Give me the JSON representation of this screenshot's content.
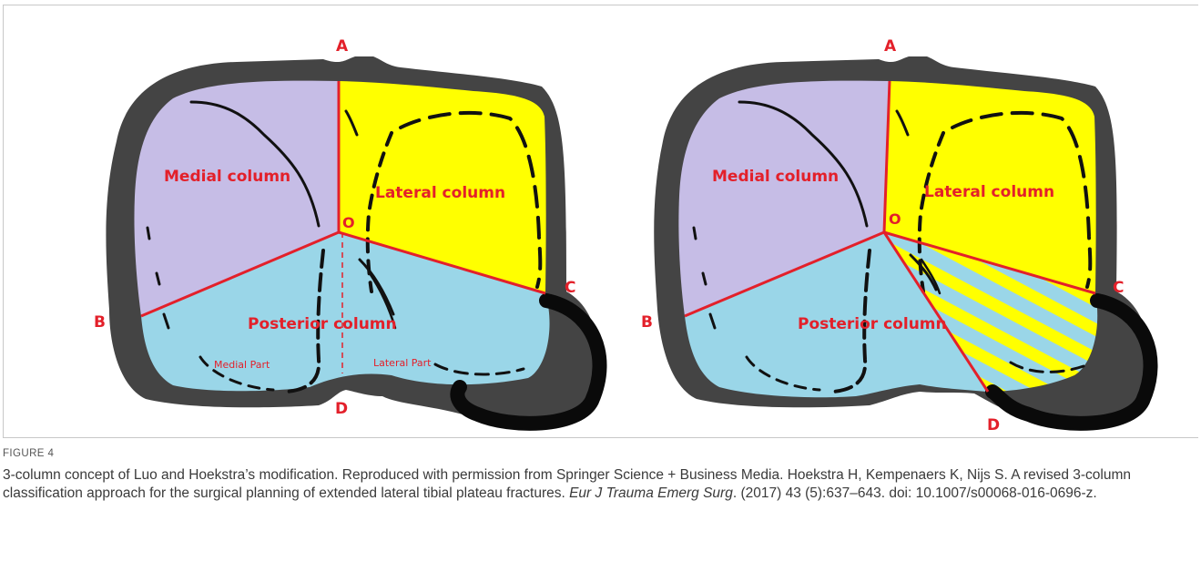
{
  "colors": {
    "medial": "#c6bde6",
    "lateral": "#ffff00",
    "posterior": "#9ad6e8",
    "outline": "#444444",
    "fracture": "#111111",
    "lines": "#e3202a"
  },
  "left_panel": {
    "points": {
      "a": "A",
      "b": "B",
      "c": "C",
      "d": "D",
      "o": "O"
    },
    "medial": "Medial column",
    "lateral": "Lateral column",
    "posterior": "Posterior column",
    "medial_part": "Medial Part",
    "lateral_part": "Lateral Part"
  },
  "right_panel": {
    "points": {
      "a": "A",
      "b": "B",
      "c": "C",
      "d": "D",
      "o": "O"
    },
    "medial": "Medial column",
    "lateral": "Lateral column",
    "posterior": "Posterior column"
  },
  "caption": {
    "label": "FIGURE 4",
    "text_before": "3-column concept of Luo and Hoekstra’s modification. Reproduced with permission from Springer Science + Business Media. Hoekstra H, Kempenaers K, Nijs S. A revised 3-column classification approach for the surgical planning of extended lateral tibial plateau fractures. ",
    "journal": "Eur J Trauma Emerg Surg",
    "text_after": ". (2017) 43 (5):637–643. doi: 10.1007/s00068-016-0696-z."
  }
}
